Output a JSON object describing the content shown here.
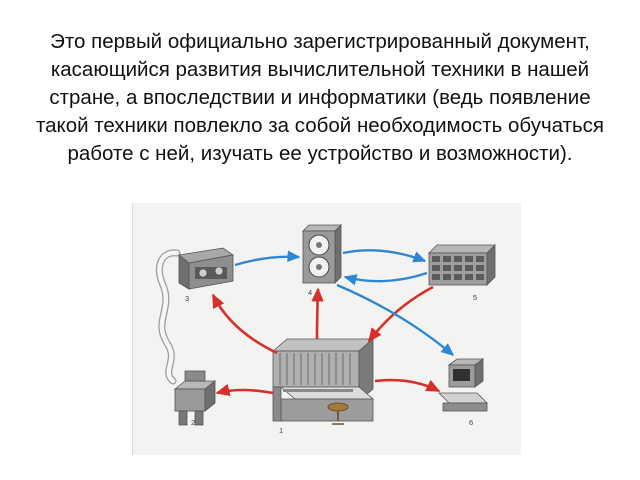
{
  "slide": {
    "text": "Это первый официально зарегистрированный документ, касающийся развития вычислительной техники в нашей стране, а впоследствии и информатики (ведь появление такой техники повлекло за собой необходимость обучаться работе с ней, изучать ее устройство и возможности)."
  },
  "figure": {
    "labels": {
      "computer": "1",
      "teletype": "2",
      "tape_reader": "3",
      "magnetic_tape_unit": "4",
      "storage_cabinet": "5",
      "display_terminal": "6"
    },
    "colors": {
      "arrow_red": "#d6302a",
      "arrow_blue": "#2f86d2",
      "device_gray": "#8c8c8c"
    }
  }
}
